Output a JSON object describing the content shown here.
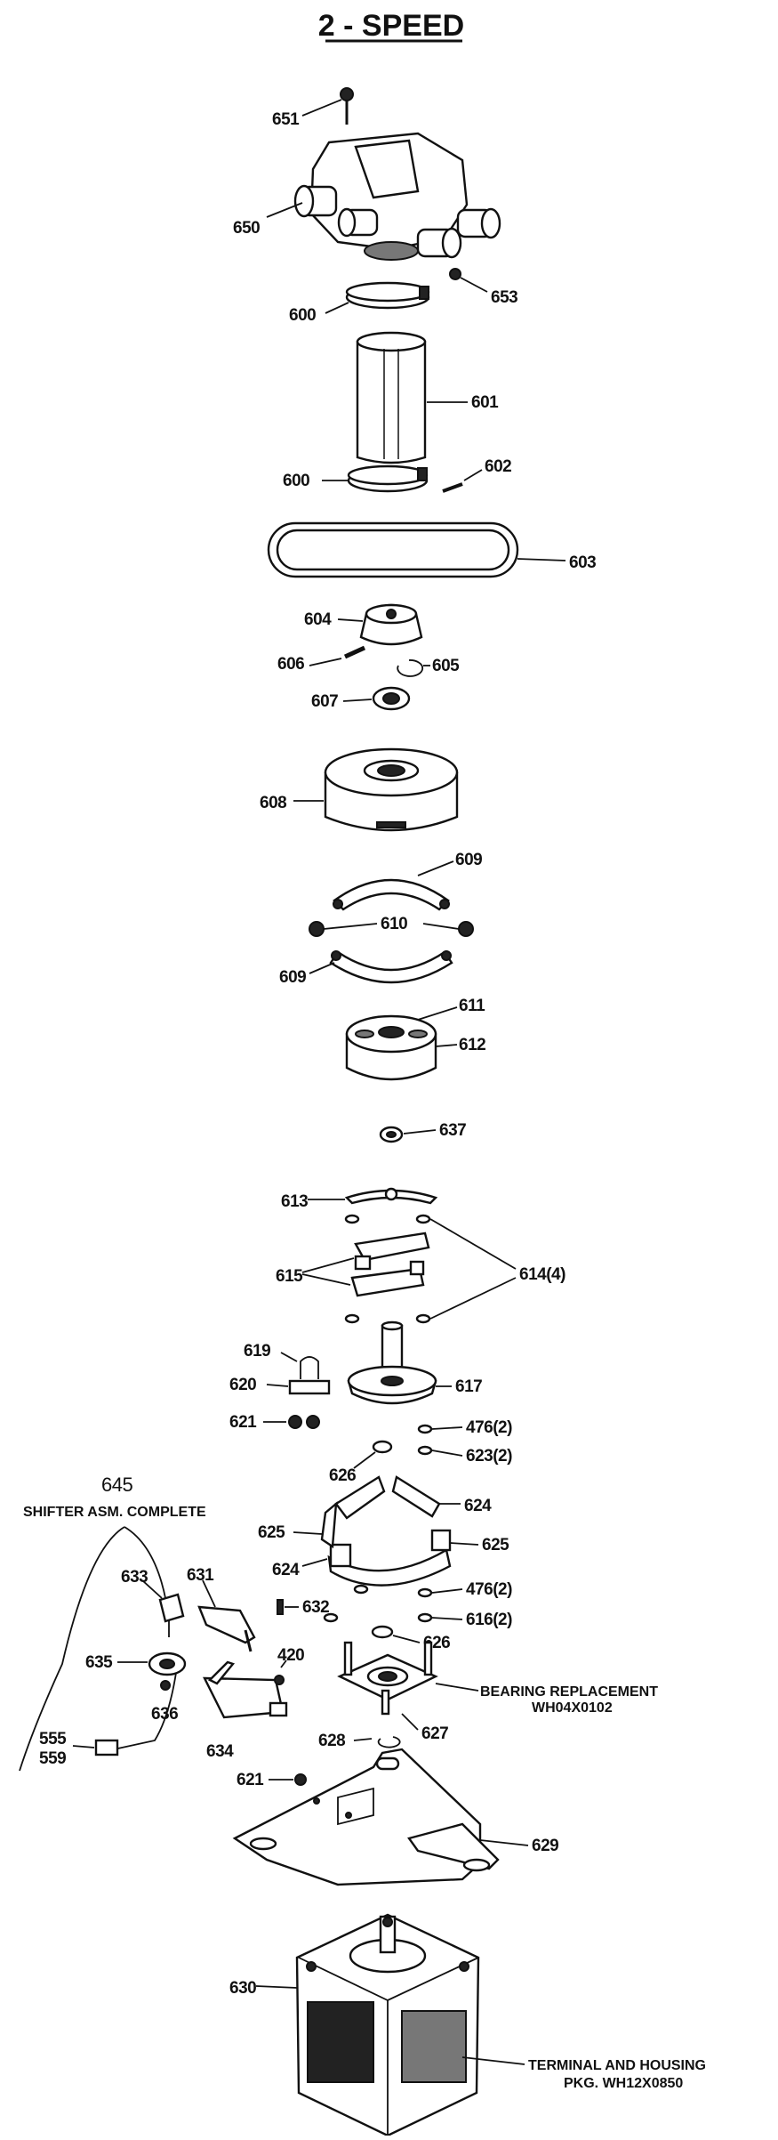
{
  "title": "2 - SPEED",
  "callouts": {
    "p651": "651",
    "p650": "650",
    "p653": "653",
    "p600a": "600",
    "p601": "601",
    "p600b": "600",
    "p602": "602",
    "p603": "603",
    "p604": "604",
    "p606": "606",
    "p605": "605",
    "p607": "607",
    "p608": "608",
    "p609a": "609",
    "p610": "610",
    "p609b": "609",
    "p611": "611",
    "p612": "612",
    "p637": "637",
    "p613": "613",
    "p614": "614(4)",
    "p615": "615",
    "p619": "619",
    "p620": "620",
    "p617": "617",
    "p621a": "621",
    "p476a": "476(2)",
    "p623": "623(2)",
    "p626a": "626",
    "p624a": "624",
    "p625a": "625",
    "p625b": "625",
    "p624b": "624",
    "p476b": "476(2)",
    "p616": "616(2)",
    "p633": "633",
    "p631": "631",
    "p632": "632",
    "p626b": "626",
    "p635": "635",
    "p420": "420",
    "p636": "636",
    "p634": "634",
    "p555": "555",
    "p559": "559",
    "p628": "628",
    "p627": "627",
    "p621b": "621",
    "p629": "629",
    "p630": "630"
  },
  "notes": {
    "shifter_number": "645",
    "shifter_text": "SHIFTER ASM. COMPLETE",
    "bearing_line1": "BEARING REPLACEMENT",
    "bearing_line2": "WH04X0102",
    "terminal_line1": "TERMINAL AND HOUSING",
    "terminal_line2": "PKG. WH12X0850"
  }
}
